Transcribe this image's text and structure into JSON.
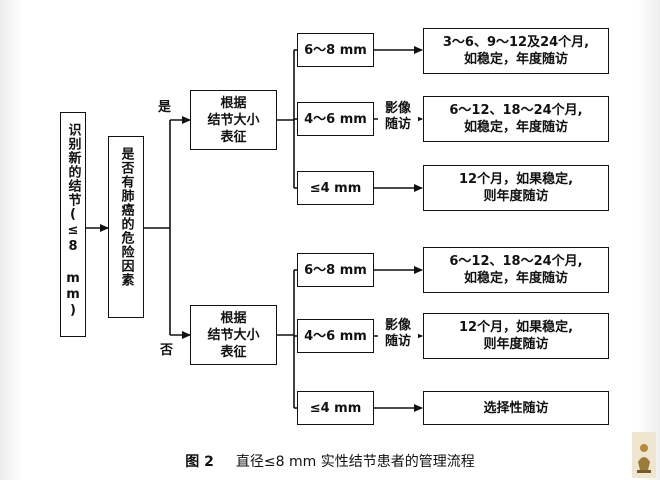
{
  "root": {
    "label": "识别新的结节(≤8 mm)"
  },
  "question": {
    "label": "是否有肺癌的危险因素"
  },
  "branches": [
    {
      "answer": "是",
      "assess": "根据\n结节大小\n表征",
      "rows": [
        {
          "size": "6～8 mm",
          "action": "",
          "result": "3～6、9～12及24个月,\n如稳定，年度随访"
        },
        {
          "size": "4～6 mm",
          "action": "影像\n随访",
          "result": "6～12、18～24个月,\n如稳定，年度随访"
        },
        {
          "size": "≤4 mm",
          "action": "",
          "result": "12个月，如果稳定,\n则年度随访"
        }
      ]
    },
    {
      "answer": "否",
      "assess": "根据\n结节大小\n表征",
      "rows": [
        {
          "size": "6～8 mm",
          "action": "",
          "result": "6～12、18～24个月,\n如稳定，年度随访"
        },
        {
          "size": "4～6 mm",
          "action": "影像\n随访",
          "result": "12个月，如果稳定,\n则年度随访"
        },
        {
          "size": "≤4 mm",
          "action": "",
          "result": "选择性随访"
        }
      ]
    }
  ],
  "caption": {
    "number": "图 2",
    "title": "直径≤8 mm 实性结节患者的管理流程"
  },
  "colors": {
    "line": "#111111",
    "page": "#ffffff"
  }
}
